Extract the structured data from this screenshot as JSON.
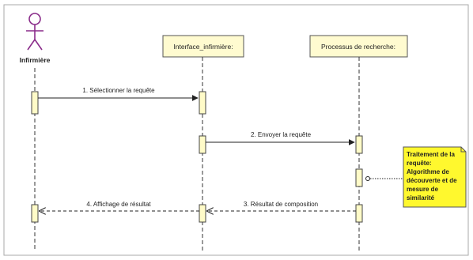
{
  "actor": {
    "name": "Infirmière",
    "icon": "stick-figure-actor-icon"
  },
  "lifelines": [
    {
      "id": "interface",
      "label": "Interface_infirmière:"
    },
    {
      "id": "processus",
      "label": "Processus de recherche:"
    }
  ],
  "messages": [
    {
      "id": "msg1",
      "label": "1. Sélectionner la requête",
      "from": "actor",
      "to": "interface",
      "kind": "sync"
    },
    {
      "id": "msg2",
      "label": "2. Envoyer la requête",
      "from": "interface",
      "to": "processus",
      "kind": "sync"
    },
    {
      "id": "msg3",
      "label": "3. Résultat de composition",
      "from": "processus",
      "to": "interface",
      "kind": "return"
    },
    {
      "id": "msg4",
      "label": "4. Affichage de résultat",
      "from": "interface",
      "to": "actor",
      "kind": "return"
    }
  ],
  "note": {
    "lines": [
      "Traitement de la",
      "requête:",
      "Algorithme de",
      "découverte et de",
      "mesure de",
      "similarité"
    ]
  },
  "colors": {
    "lifeline_box": "#fffbd0",
    "activation": "#fffbc8",
    "note": "#fff82e",
    "line": "#222222",
    "frame": "#a8a8a8"
  }
}
